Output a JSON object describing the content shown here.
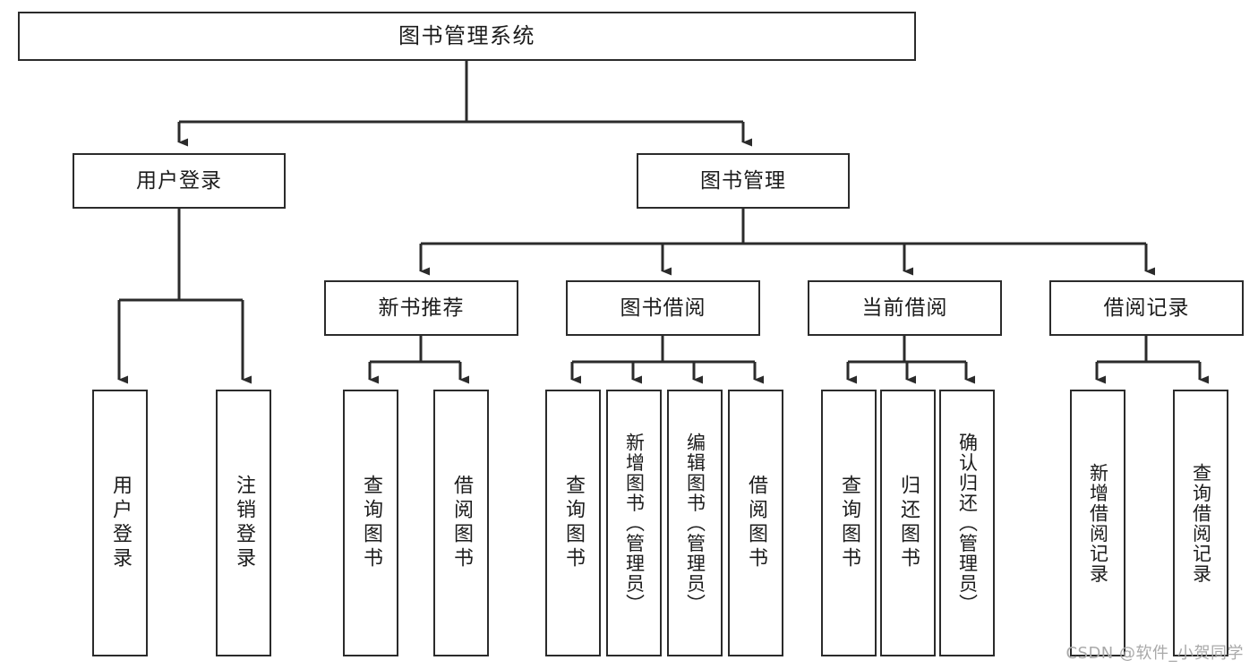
{
  "diagram": {
    "title": "图书管理系统",
    "root": {
      "label": "图书管理系统"
    },
    "level1": [
      {
        "label": "用户登录"
      },
      {
        "label": "图书管理"
      }
    ],
    "level2": [
      {
        "label": "新书推荐"
      },
      {
        "label": "图书借阅"
      },
      {
        "label": "当前借阅"
      },
      {
        "label": "借阅记录"
      }
    ],
    "leaves": {
      "user_login": [
        {
          "label": "用户登录"
        },
        {
          "label": "注销登录"
        }
      ],
      "new_book": [
        {
          "label": "查询图书"
        },
        {
          "label": "借阅图书"
        }
      ],
      "book_borrow": [
        {
          "label": "查询图书"
        },
        {
          "label": "新增图书（管理员）"
        },
        {
          "label": "编辑图书（管理员）"
        },
        {
          "label": "借阅图书"
        }
      ],
      "current_borrow": [
        {
          "label": "查询图书"
        },
        {
          "label": "归还图书"
        },
        {
          "label": "确认归还（管理员）"
        }
      ],
      "borrow_record": [
        {
          "label": "新增借阅记录"
        },
        {
          "label": "查询借阅记录"
        }
      ]
    }
  },
  "watermark": {
    "text": "CSDN @软件_小贺同学"
  },
  "colors": {
    "stroke": "#2b2b2b",
    "background": "#ffffff",
    "text": "#1c1c1c",
    "watermark": "#a9a9a9"
  }
}
